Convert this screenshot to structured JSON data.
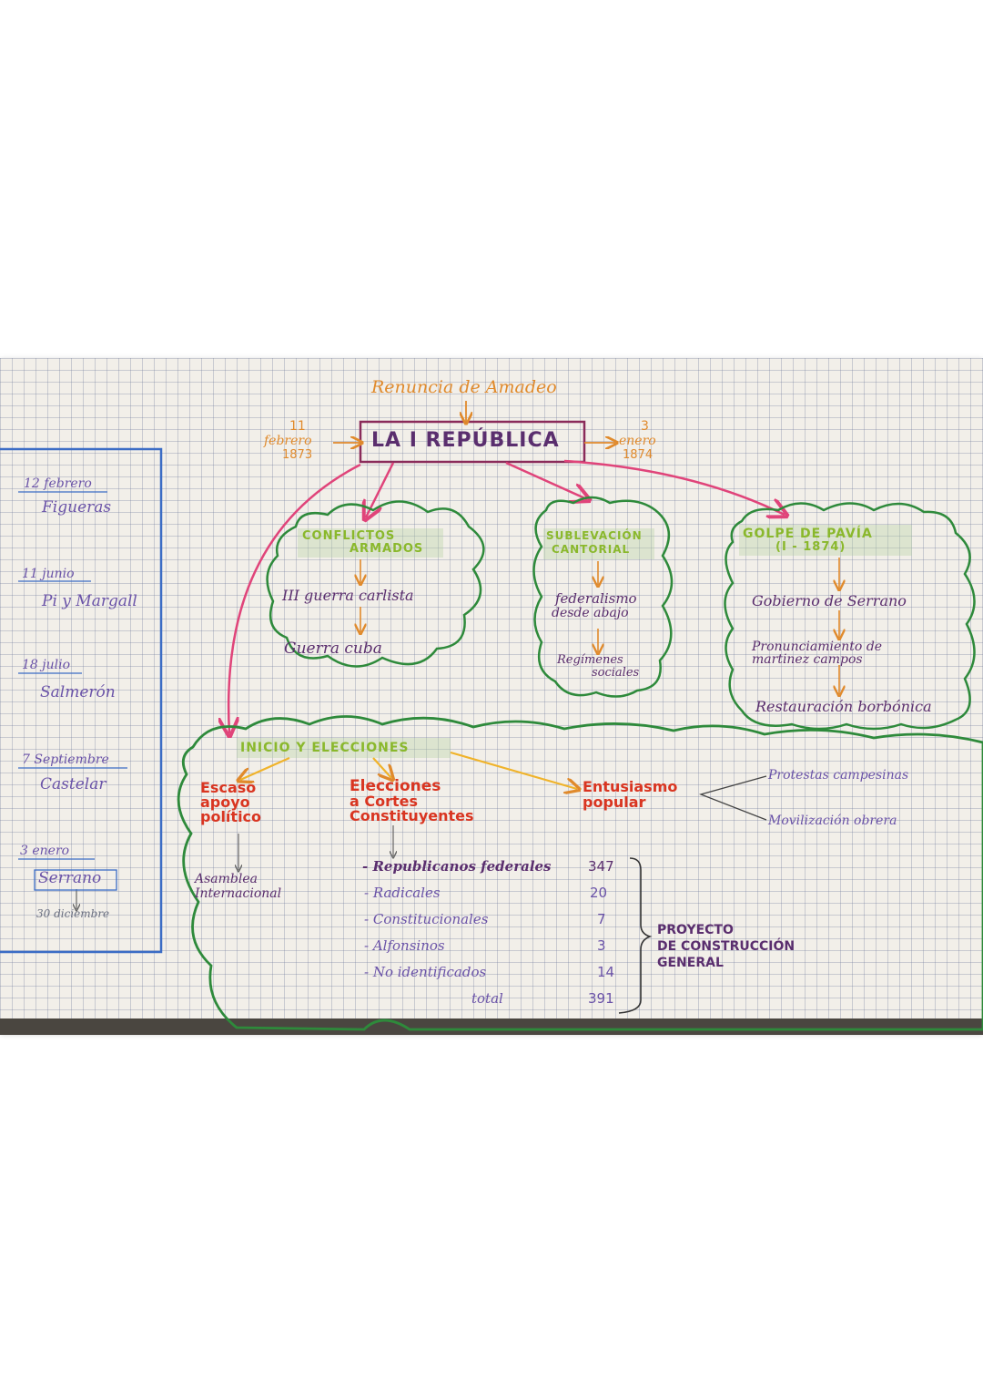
{
  "top": {
    "renuncia": "Renuncia de Amadeo",
    "title": "LA I REPÚBLICA",
    "start": {
      "day": "11",
      "month": "febrero",
      "year": "1873"
    },
    "end": {
      "day": "3",
      "month": "enero",
      "year": "1874"
    }
  },
  "timeline": [
    {
      "date": "12 febrero",
      "name": "Figueras"
    },
    {
      "date": "11 junio",
      "name": "Pi y Margall"
    },
    {
      "date": "18 julio",
      "name": "Salmerón"
    },
    {
      "date": "7 Septiembre",
      "name": "Castelar"
    },
    {
      "date": "3 enero",
      "name": "Serrano",
      "extra": "30 diciembre"
    }
  ],
  "conflictos": {
    "title_1": "CONFLICTOS",
    "title_2": "ARMADOS",
    "items": [
      "III guerra carlista",
      "Guerra cuba"
    ]
  },
  "sublevacion": {
    "title_1": "SUBLEVACIÓN",
    "title_2": "CANTORIAL",
    "items_1": [
      "federalismo",
      "desde abajo"
    ],
    "items_2": [
      "Regímenes",
      "sociales"
    ]
  },
  "golpe": {
    "title_1": "GOLPE DE PAVÍA",
    "title_2": "(I - 1874)",
    "items": [
      "Gobierno de Serrano",
      "Pronunciamiento de",
      "martinez campos",
      "Restauración borbónica"
    ]
  },
  "inicio": {
    "title": "INICIO Y ELECCIONES",
    "escaso": [
      "Escaso",
      "apoyo",
      "político"
    ],
    "asamblea": [
      "Asamblea",
      "Internacional"
    ],
    "elecciones": [
      "Elecciones",
      "a Cortes",
      "Constituyentes"
    ],
    "entusiasmo": [
      "Entusiasmo",
      "popular"
    ],
    "protestas": "Protestas campesinas",
    "movilizacion": "Movilización obrera",
    "results": [
      {
        "label": "- Republicanos federales",
        "value": "347"
      },
      {
        "label": "- Radicales",
        "value": "20"
      },
      {
        "label": "- Constitucionales",
        "value": "7"
      },
      {
        "label": "- Alfonsinos",
        "value": "3"
      },
      {
        "label": "- No identificados",
        "value": "14"
      },
      {
        "label": "total",
        "value": "391"
      }
    ],
    "proyecto": [
      "PROYECTO",
      "DE CONSTRUCCIÓN",
      "GENERAL"
    ]
  }
}
